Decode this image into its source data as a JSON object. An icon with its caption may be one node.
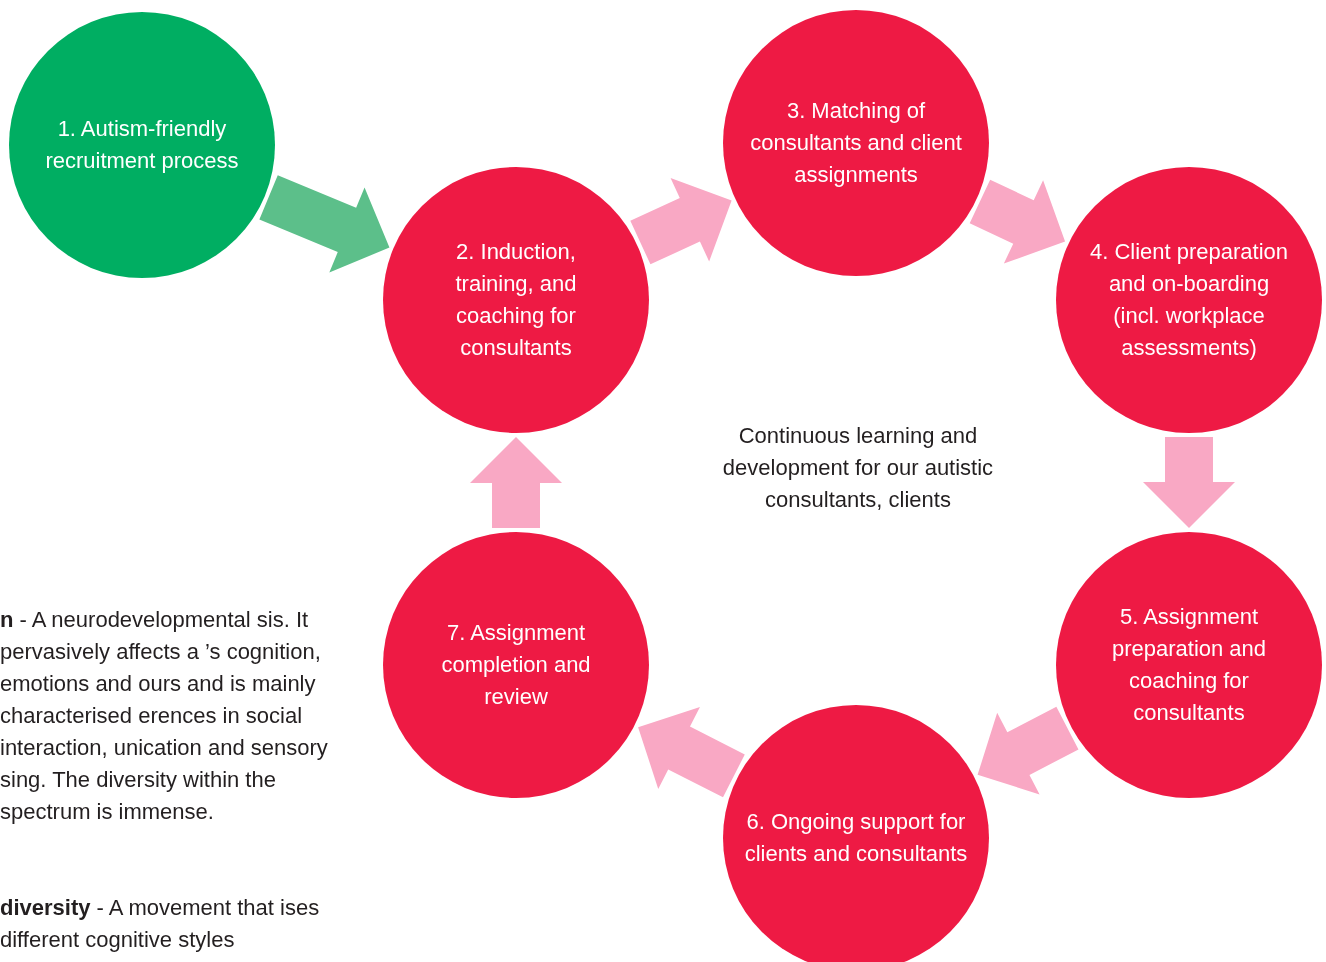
{
  "diagram": {
    "nodes": [
      {
        "text": [
          "1. Autism-friendly recruitment process"
        ]
      },
      {
        "text": [
          "2. Induction, training, and coaching for consultants"
        ]
      },
      {
        "text": [
          "3. Matching of consultants and client assignments"
        ]
      },
      {
        "text": [
          "4. Client preparation and on-boarding (incl. workplace assessments)"
        ]
      },
      {
        "text": [
          "5. Assignment preparation and coaching for consultants"
        ]
      },
      {
        "text": [
          "6. Ongoing support for clients and consultants"
        ]
      },
      {
        "text": [
          "7. Assignment completion and review"
        ]
      }
    ],
    "edges": [
      {
        "from": 0,
        "to": 1,
        "arrow": "to",
        "color": "#5cbf8a"
      },
      {
        "from": 1,
        "to": 2,
        "arrow": "to"
      },
      {
        "from": 2,
        "to": 3,
        "arrow": "to"
      },
      {
        "from": 3,
        "to": 4,
        "arrow": "to"
      },
      {
        "from": 4,
        "to": 5,
        "arrow": "to"
      },
      {
        "from": 5,
        "to": 6,
        "arrow": "to"
      },
      {
        "from": 6,
        "to": 1,
        "arrow": "to"
      }
    ],
    "labels": [
      "Continuous learning and development for our autistic consultants, clients",
      "**n** - A neurodevelopmental sis. It pervasively affects a ’s cognition, emotions and ours and is mainly characterised erences in social interaction, unication and sensory sing. The diversity within the spectrum is immense.",
      "**diversity** - A movement that ises different cognitive styles"
    ]
  }
}
